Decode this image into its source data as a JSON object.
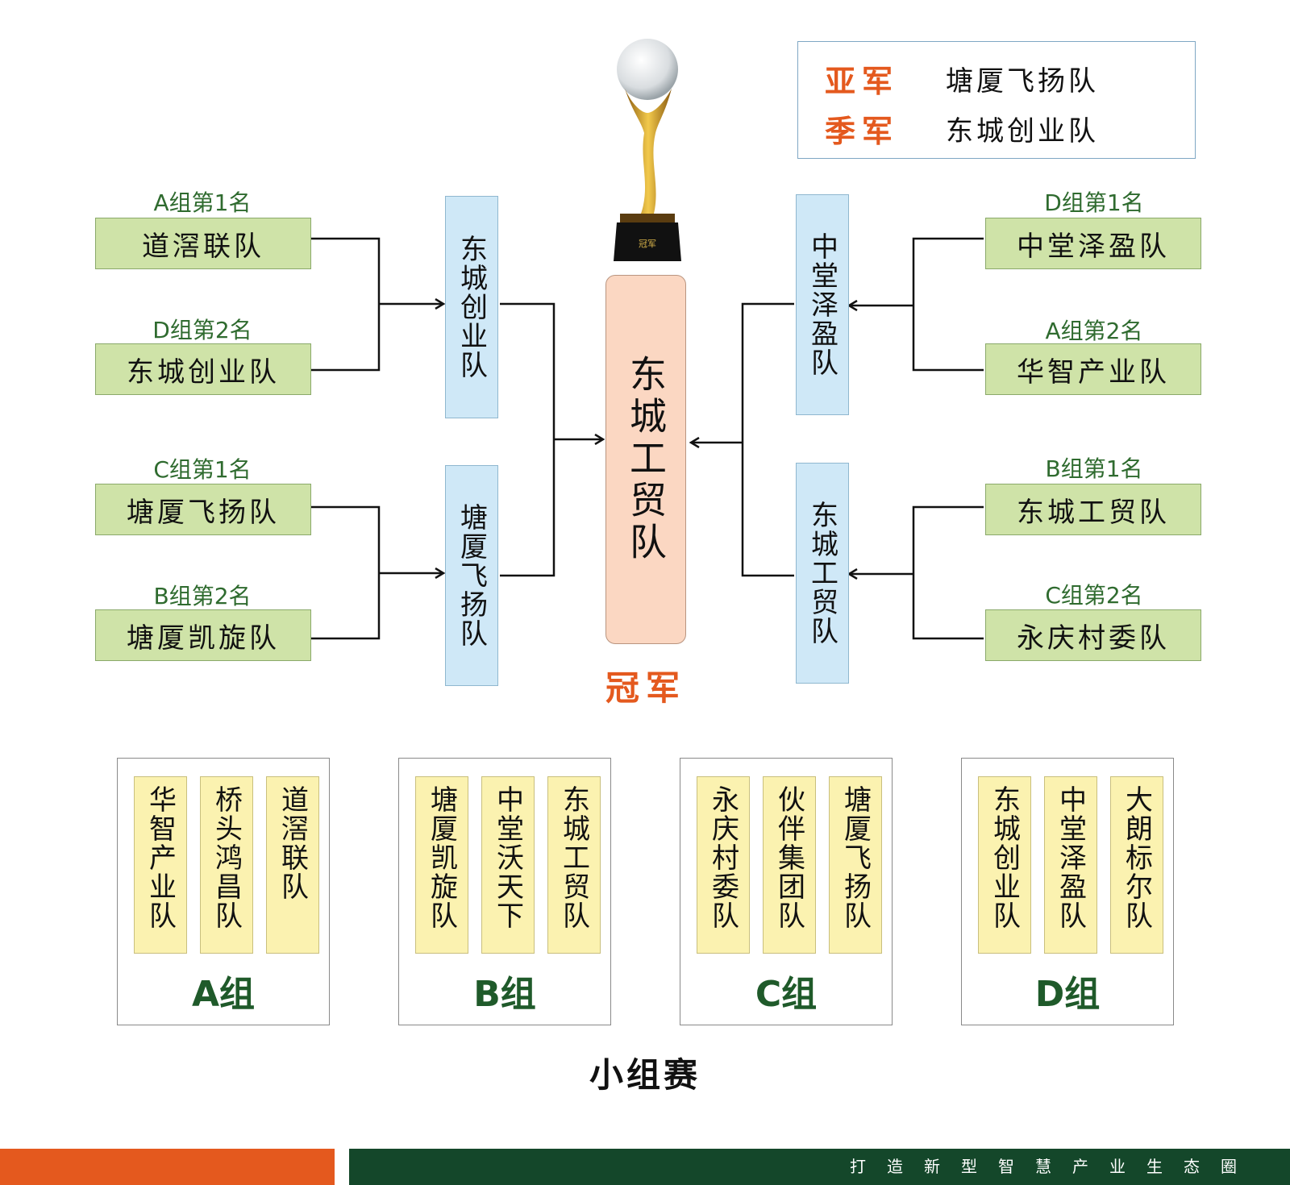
{
  "placings": {
    "runner_up": {
      "label": "亚军",
      "team": "塘厦飞扬队"
    },
    "third": {
      "label": "季军",
      "team": "东城创业队"
    }
  },
  "champion": {
    "label": "冠军",
    "team": "东城工贸队"
  },
  "trophy": {
    "plaque_title": "冠军"
  },
  "quarterfinals": {
    "left": [
      {
        "seed": "A组第1名",
        "team": "道滘联队"
      },
      {
        "seed": "D组第2名",
        "team": "东城创业队"
      },
      {
        "seed": "C组第1名",
        "team": "塘厦飞扬队"
      },
      {
        "seed": "B组第2名",
        "team": "塘厦凯旋队"
      }
    ],
    "right": [
      {
        "seed": "D组第1名",
        "team": "中堂泽盈队"
      },
      {
        "seed": "A组第2名",
        "team": "华智产业队"
      },
      {
        "seed": "B组第1名",
        "team": "东城工贸队"
      },
      {
        "seed": "C组第2名",
        "team": "永庆村委队"
      }
    ]
  },
  "semifinals": {
    "left": [
      "东城创业队",
      "塘厦飞扬队"
    ],
    "right": [
      "中堂泽盈队",
      "东城工贸队"
    ]
  },
  "group_stage": {
    "title": "小组赛",
    "groups": [
      {
        "name": "A组",
        "teams": [
          "华智产业队",
          "桥头鸿昌队",
          "道滘联队"
        ]
      },
      {
        "name": "B组",
        "teams": [
          "塘厦凯旋队",
          "中堂沃天下",
          "东城工贸队"
        ]
      },
      {
        "name": "C组",
        "teams": [
          "永庆村委队",
          "伙伴集团队",
          "塘厦飞扬队"
        ]
      },
      {
        "name": "D组",
        "teams": [
          "东城创业队",
          "中堂泽盈队",
          "大朗标尔队"
        ]
      }
    ]
  },
  "footer": {
    "slogan": "打造新型智慧产业生态圈"
  },
  "colors": {
    "accent": "#e4591e",
    "team_green": "#cfe3a8",
    "semi_blue": "#cfe8f7",
    "champ_peach": "#fbd7c2",
    "group_yellow": "#fbf2b0",
    "dark_green": "#14472a"
  }
}
